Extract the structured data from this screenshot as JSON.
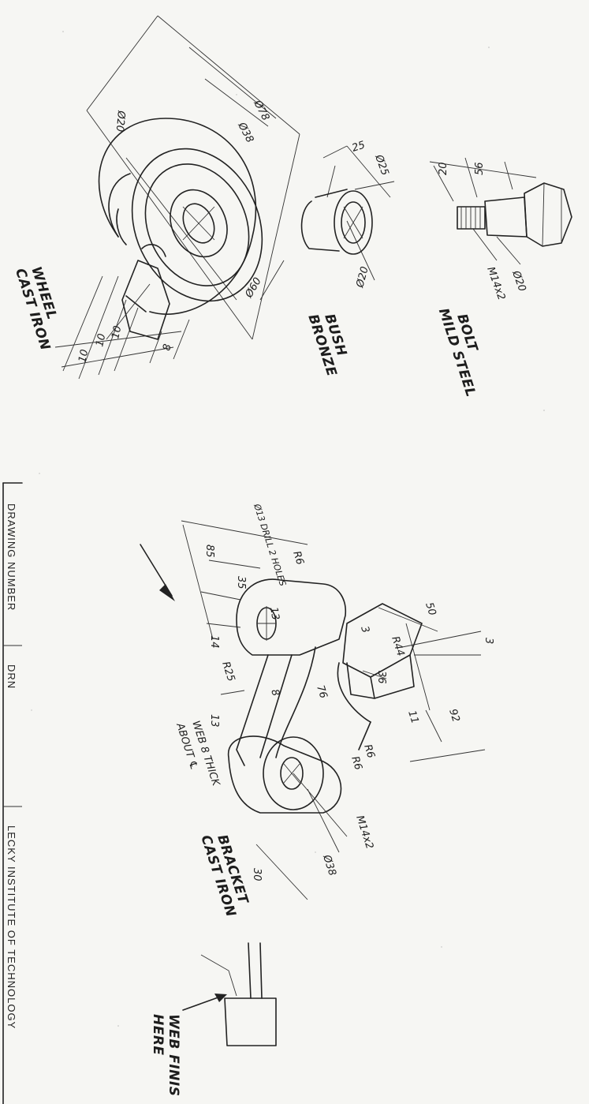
{
  "parts": {
    "wheel": {
      "name": "WHEEL",
      "material": "CAST IRON"
    },
    "bush": {
      "name": "BUSH",
      "material": "BRONZE"
    },
    "bolt": {
      "name": "BOLT",
      "material": "MILD STEEL"
    },
    "bracket": {
      "name": "BRACKET",
      "material": "CAST IRON"
    }
  },
  "wheel_dims": {
    "d1": "Ø78",
    "d2": "Ø38",
    "d3": "Ø20",
    "d4": "Ø60",
    "w1": "10",
    "w2": "10",
    "w3": "10",
    "w4": "8"
  },
  "bush_dims": {
    "len": "25",
    "d_out": "Ø25",
    "d_in": "Ø20"
  },
  "bolt_dims": {
    "a": "20",
    "b": "56",
    "d": "Ø20",
    "thread": "M14x2"
  },
  "bracket_dims": {
    "drill": "Ø13 DRILL 2 HOLES",
    "r6a": "R6",
    "d85": "85",
    "d35": "35",
    "d13": "13",
    "d14": "14",
    "r25": "R25",
    "d13b": "13",
    "d3a": "3",
    "r44": "R44",
    "d50": "50",
    "d3b": "3",
    "d36": "36",
    "d76": "76",
    "d8": "8",
    "d11": "11",
    "d92": "92",
    "r6b": "R6",
    "r6c": "R6",
    "m14": "M14x2",
    "d38": "Ø38",
    "d30": "30",
    "web_note_1": "WEB 8 THICK",
    "web_note_2": "ABOUT ℄"
  },
  "web_detail": {
    "note_1": "WEB FINIS",
    "note_2": "HERE"
  },
  "title_block": {
    "c1": "DRAWING NUMBER",
    "c2": "DRN",
    "c3": "LECKY INSTITUTE OF TECHNOLOGY"
  }
}
